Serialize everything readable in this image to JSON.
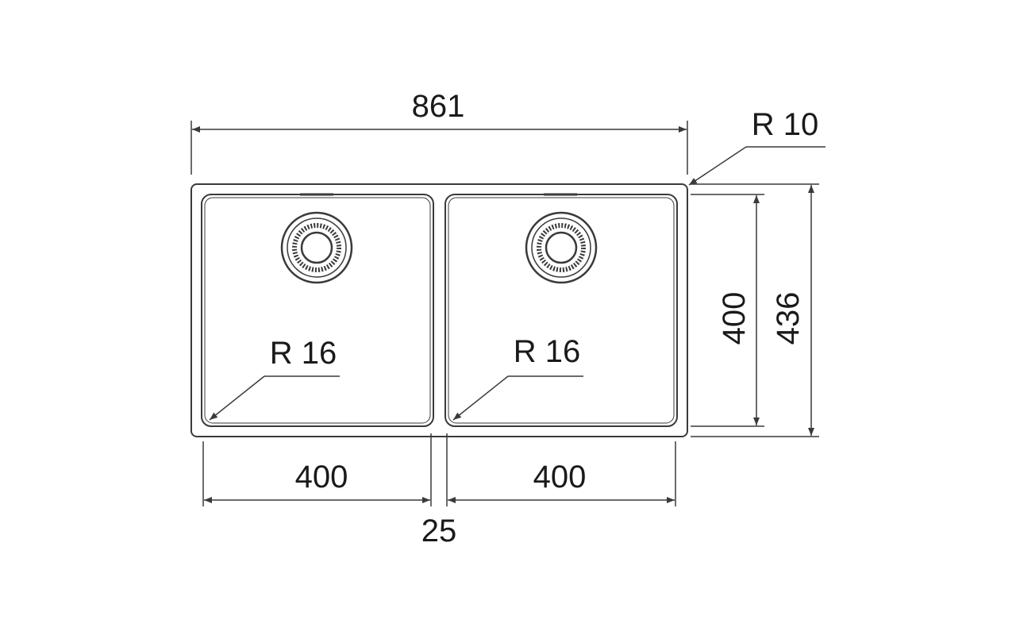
{
  "diagram": {
    "dimensions": {
      "overall_width": "861",
      "corner_radius": "R 10",
      "bowl_inner_depth": "400",
      "overall_depth": "436",
      "left_bowl_radius": "R 16",
      "right_bowl_radius": "R 16",
      "left_bowl_width": "400",
      "right_bowl_width": "400",
      "divider_width": "25"
    },
    "colors": {
      "line": "#3a3a3a",
      "text": "#1a1a1a",
      "background": "#ffffff"
    }
  }
}
